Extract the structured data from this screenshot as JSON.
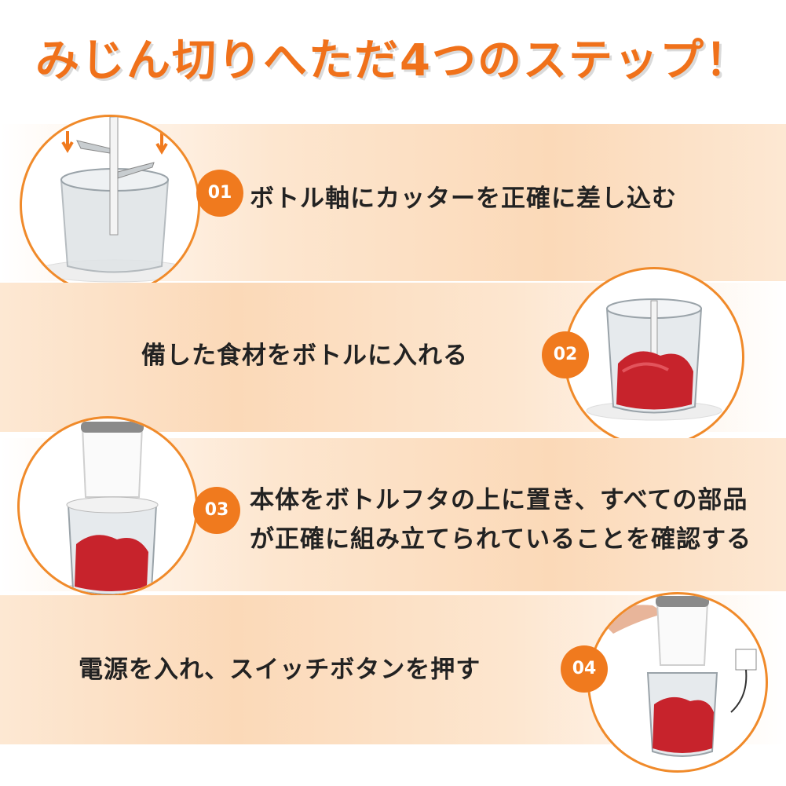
{
  "title": "みじん切りへただ4つのステップ！",
  "colors": {
    "accent": "#f07a1e",
    "band": "#fbd9b8",
    "text": "#222222"
  },
  "steps": [
    {
      "number": "01",
      "text": "ボトル軸にカッターを正確に差し込む",
      "icon": "blade-insert-illustration"
    },
    {
      "number": "02",
      "text": "備した食材をボトルに入れる",
      "icon": "bowl-with-meat-illustration"
    },
    {
      "number": "03",
      "text_lines": [
        "本体をボトルフタの上に置き、すべての部品",
        "が正確に組み立てられていることを確認する"
      ],
      "icon": "assembled-chopper-illustration"
    },
    {
      "number": "04",
      "text": "電源を入れ、スイッチボタンを押す",
      "icon": "press-button-illustration"
    }
  ]
}
